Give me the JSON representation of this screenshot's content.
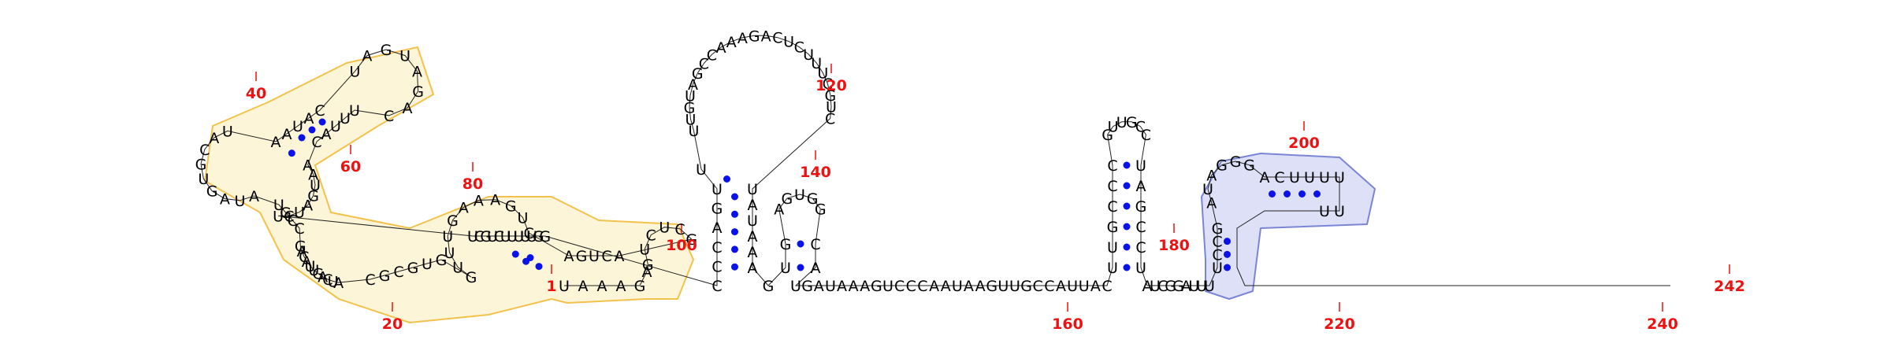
{
  "colors": {
    "pair_dot": "#0a12e8",
    "number_label": "#ee1111",
    "backbone": "#222222",
    "highlight_yellow": "#f6c54a",
    "highlight_blue": "#7b85d6"
  },
  "sequence": "UAAAGAGUCUCGACUGACUGAAAGUUUGGUGCGCAUCAGUUACAGCCGUAUAGUGCAUAAUACUAGUAGACUUUACAAUGAUCUUCGUCUUUUUGGCCCAGUUUUGUAGCCAAAGACUCUUUCGUCUAUAAAGUGAGUGGCAUGAUAAAGUCCCAAUAAGUUGCCAUUACUUGCCCGUUGCCUAGCCUAUCGGAUUUUCCGAUAGGGACUUUUUU",
  "position_labels": [
    "1",
    "20",
    "40",
    "60",
    "80",
    "100",
    "120",
    "140",
    "160",
    "180",
    "200",
    "220",
    "240",
    "242"
  ]
}
